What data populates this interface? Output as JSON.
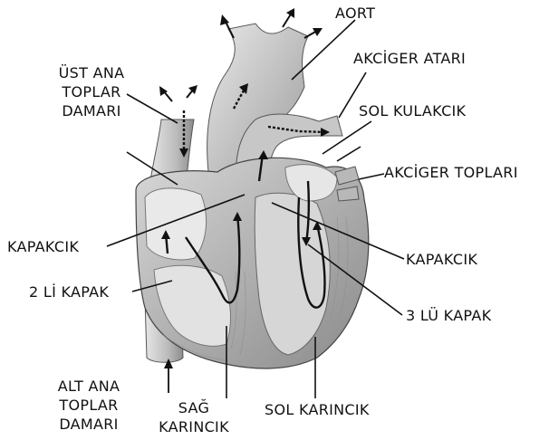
{
  "labels": {
    "aort": "AORT",
    "akciger_atari": "AKCİGER ATARI",
    "sol_kulakcik": "SOL KULAKCIK",
    "akciger_toplari": "AKCİGER TOPLARI",
    "ust_ana_1": "ÜST ANA",
    "ust_ana_2": "TOPLAR",
    "ust_ana_3": "DAMARI",
    "kapakcik_left": "KAPAKCIK",
    "kapakcik_right": "KAPAKCIK",
    "iki_li_kapak": "2 Lİ KAPAK",
    "uc_lu_kapak": "3 LÜ KAPAK",
    "alt_ana_1": "ALT ANA",
    "alt_ana_2": "TOPLAR",
    "alt_ana_3": "DAMARI",
    "sag_karincik_1": "SAĞ",
    "sag_karincik_2": "KARINCIK",
    "sol_karincik": "SOL KARINCIK"
  },
  "colors": {
    "line": "#111111",
    "tissue_light": "#dcdcdc",
    "tissue_mid": "#a8a8a8",
    "tissue_dark": "#6e6e6e",
    "lumen": "#f2f2f2"
  }
}
